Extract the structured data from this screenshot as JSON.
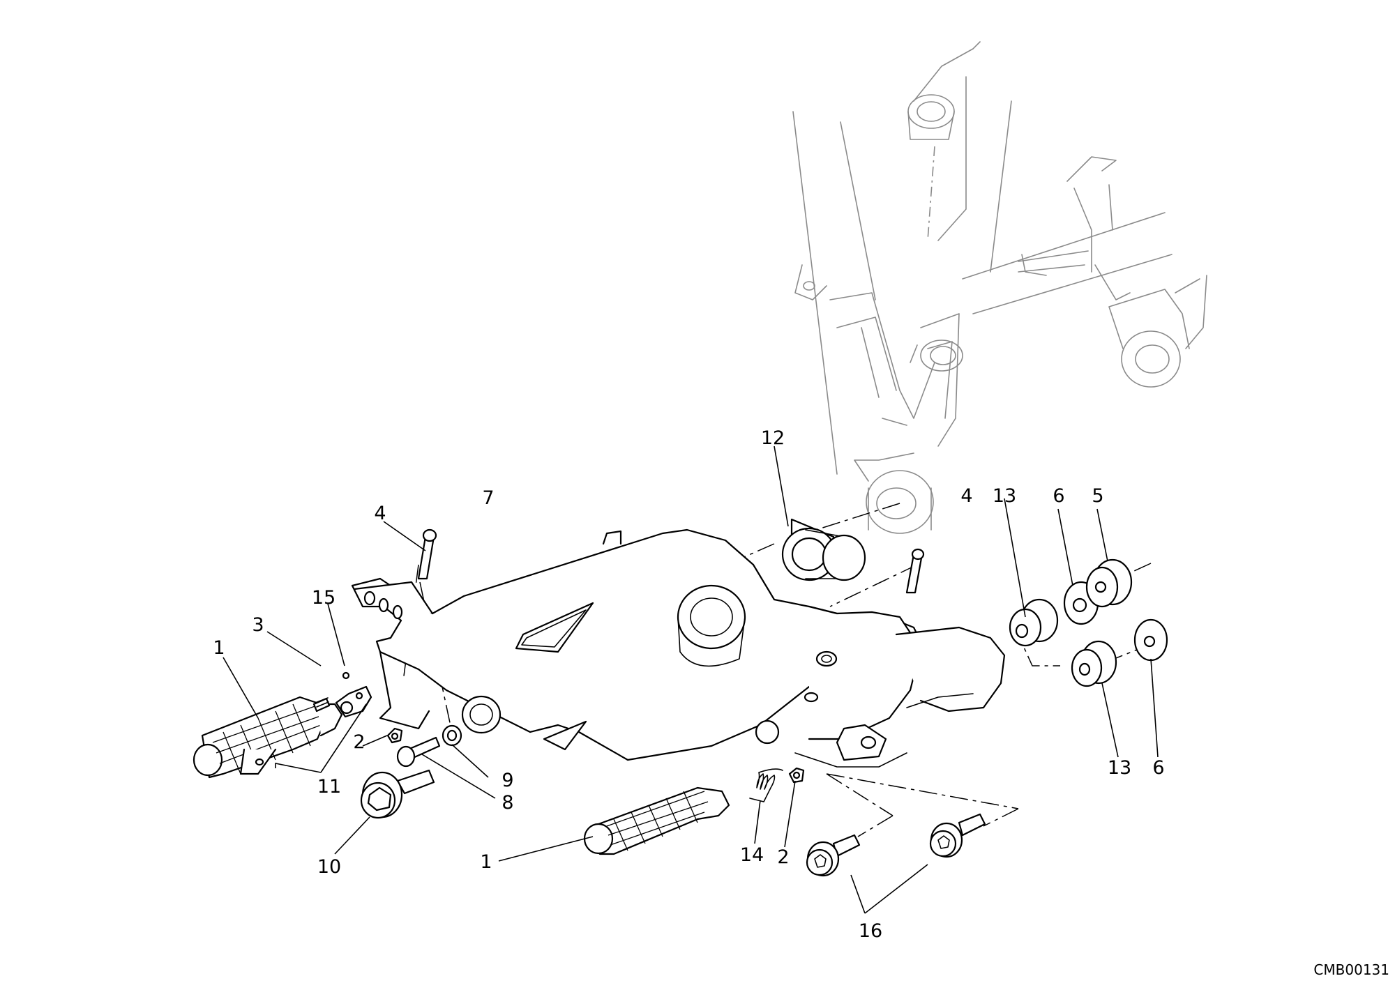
{
  "diagram": {
    "drawing_code": "CMB00131",
    "callouts": {
      "n1_left": "1",
      "n1_right": "1",
      "n2_left": "2",
      "n2_right": "2",
      "n3": "3",
      "n4_left": "4",
      "n4_right": "4",
      "n5": "5",
      "n6_top": "6",
      "n6_bottom": "6",
      "n7": "7",
      "n8": "8",
      "n9": "9",
      "n10": "10",
      "n11": "11",
      "n12": "12",
      "n13_top": "13",
      "n13_bottom": "13",
      "n14": "14",
      "n15": "15",
      "n16": "16"
    }
  }
}
